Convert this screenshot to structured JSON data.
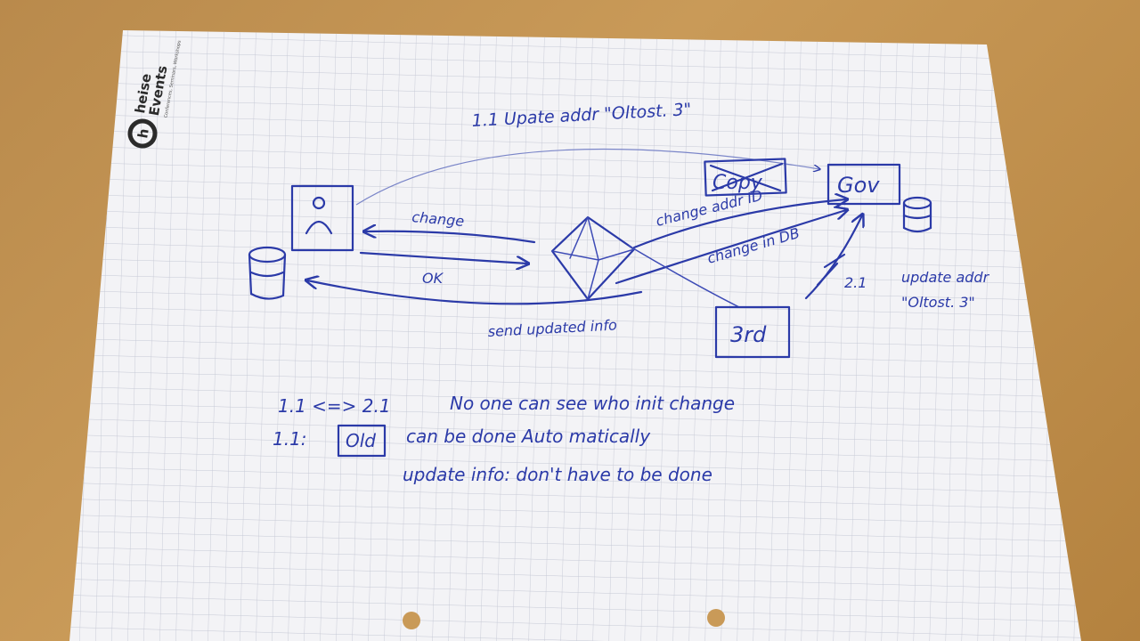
{
  "logo": {
    "brand": "heise",
    "name": "Events",
    "tagline": "Conferences, Seminars, Workshops",
    "color": "#2b2b2b"
  },
  "diagram": {
    "top_arrow_label": "1.1 Upate addr \"Oltost. 3\"",
    "change_label": "change",
    "ok_label": "OK",
    "send_label": "send updated info",
    "change_id_label": "change addr ID",
    "change_db_label": "change in DB",
    "copy_box_label": "Copy",
    "gov_box_label": "Gov",
    "third_box_label": "3rd",
    "step21_number": "2.1",
    "step21_text_line1": "update addr",
    "step21_text_line2": "\"Oltost. 3\""
  },
  "notes": {
    "line1_prefix": "1.1 <=> 2.1",
    "line1_text": "No one can see who init change",
    "line2_prefix": "1.1:",
    "line2_box": "Old",
    "line2_text": "can be done Auto matically",
    "line3_text": "update info: don't have to be done"
  },
  "colors": {
    "ink": "#2b3aa8",
    "paper": "#f4f4f6",
    "grid": "#c9cbd6",
    "table": "#b98a4c"
  }
}
